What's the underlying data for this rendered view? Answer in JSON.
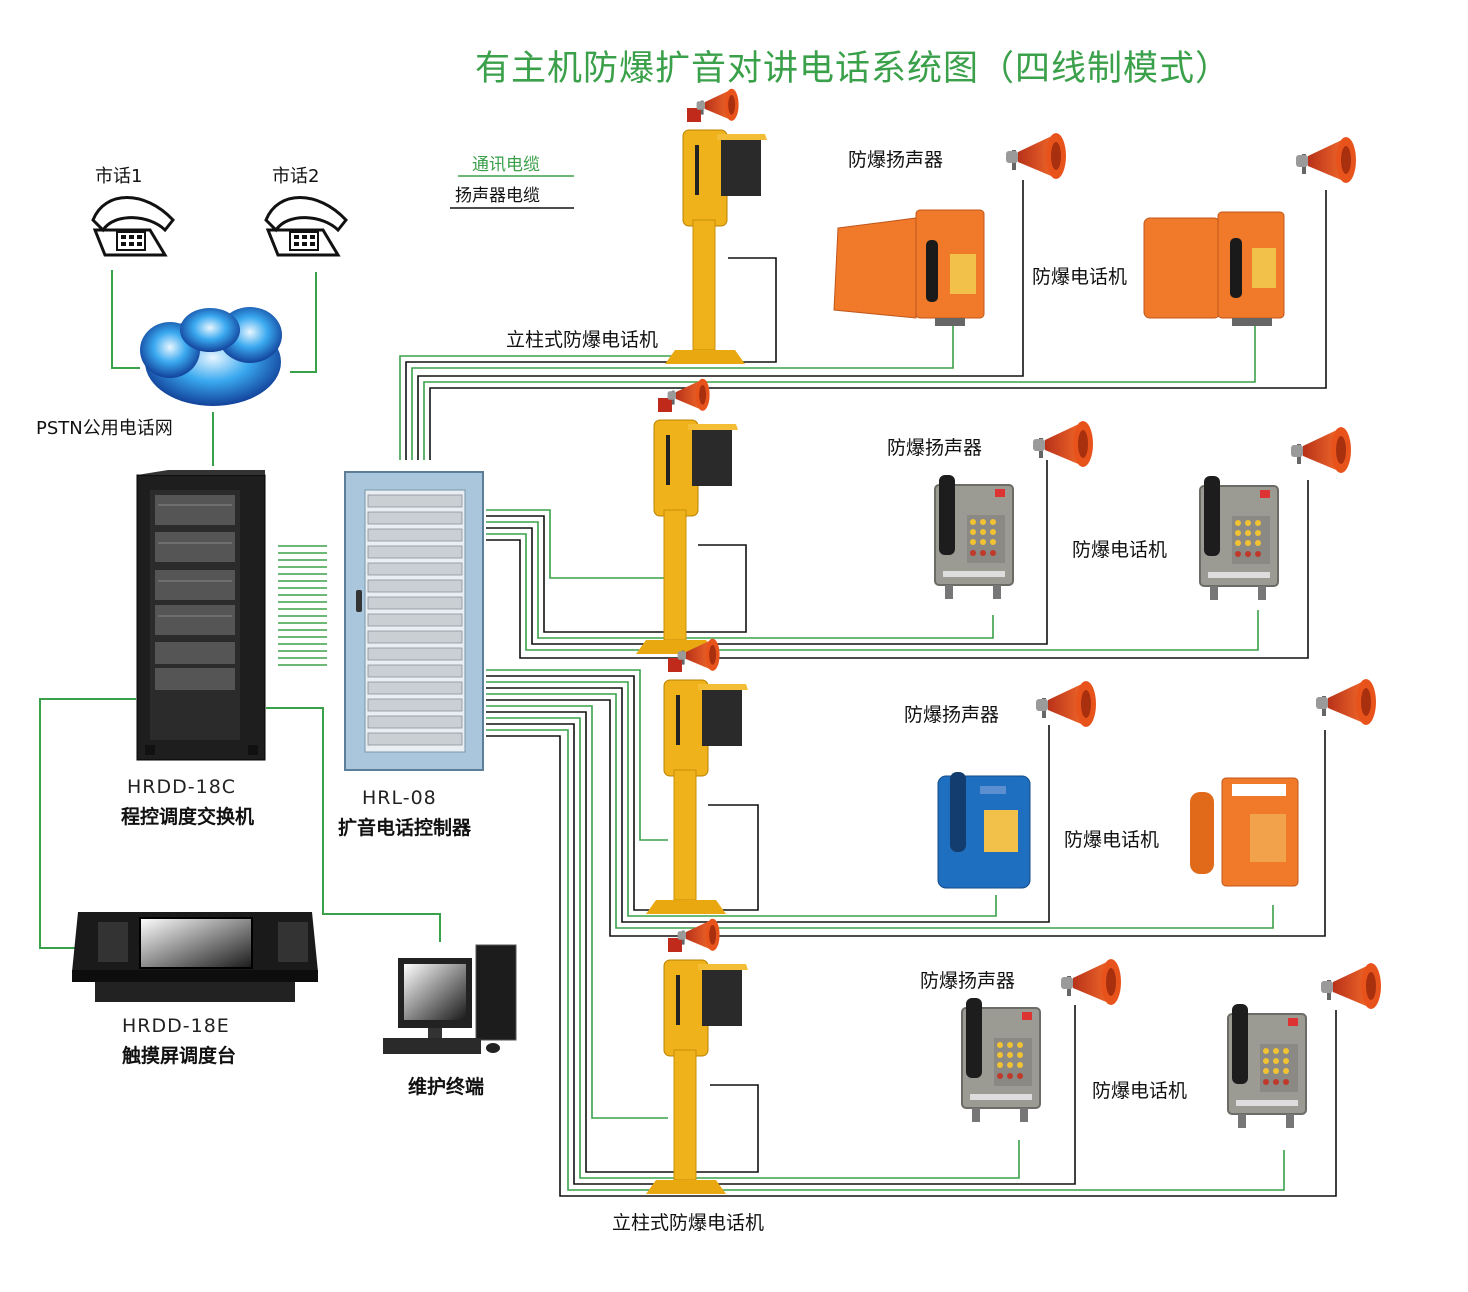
{
  "title": "有主机防爆扩音对讲电话系统图（四线制模式）",
  "legend": {
    "comm_cable": "通讯电缆",
    "speaker_cable": "扬声器电缆",
    "comm_color": "#3aa04a",
    "speaker_color": "#111111"
  },
  "public_phones": {
    "phone1": "市话1",
    "phone2": "市话2"
  },
  "pstn": "PSTN公用电话网",
  "exchange": {
    "model": "HRDD-18C",
    "name": "程控调度交换机"
  },
  "controller": {
    "model": "HRL-08",
    "name": "扩音电话控制器"
  },
  "console": {
    "model": "HRDD-18E",
    "name": "触摸屏调度台"
  },
  "terminal": {
    "name": "维护终端"
  },
  "column_phone": "立柱式防爆电话机",
  "column_phone_bottom": "立柱式防爆电话机",
  "rows": [
    {
      "speaker": "防爆扬声器",
      "phone": "防爆电话机"
    },
    {
      "speaker": "防爆扬声器",
      "phone": "防爆电话机"
    },
    {
      "speaker": "防爆扬声器",
      "phone": "防爆电话机"
    },
    {
      "speaker": "防爆扬声器",
      "phone": "防爆电话机"
    }
  ],
  "colors": {
    "title": "#3aa04a",
    "cable_green": "#3aa04a",
    "cable_black": "#111111",
    "horn_orange": "#e8531c",
    "column_yellow": "#f0b21a",
    "phone_orange": "#f07a2a",
    "phone_steel": "#8d8d86",
    "phone_blue": "#1f6fc0",
    "cabinet_blue": "#a9c6dc"
  }
}
